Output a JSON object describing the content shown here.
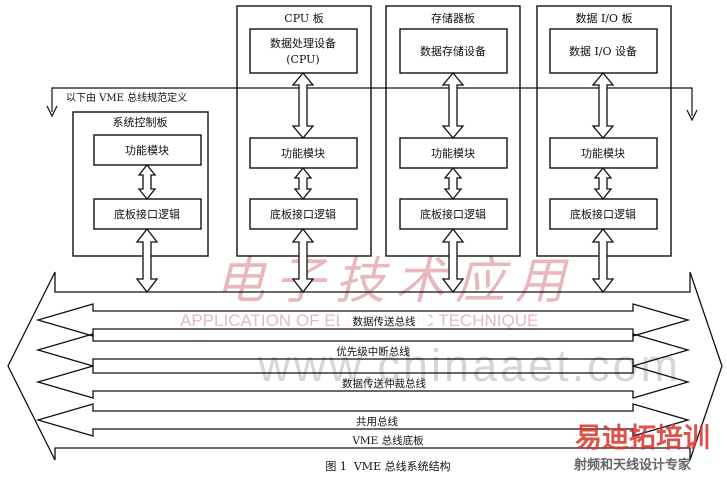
{
  "boards": {
    "system_control": {
      "title": "系统控制板",
      "function_module": "功能模块",
      "backplane_logic": "底板接口逻辑"
    },
    "cpu": {
      "title": "CPU 板",
      "device_line1": "数据处理设备",
      "device_line2": "(CPU)",
      "function_module": "功能模块",
      "backplane_logic": "底板接口逻辑"
    },
    "memory": {
      "title": "存储器板",
      "device": "数据存储设备",
      "function_module": "功能模块",
      "backplane_logic": "底板接口逻辑"
    },
    "data_io": {
      "title": "数据 I/O 板",
      "device": "数据 I/O 设备",
      "function_module": "功能模块",
      "backplane_logic": "底板接口逻辑"
    }
  },
  "vme_note": "以下由 VME 总线规范定义",
  "buses": {
    "data_transfer": "数据传送总线",
    "priority_interrupt": "优先级中断总线",
    "arbitration": "数据传送仲裁总线",
    "utility": "共用总线"
  },
  "backplane": "VME 总线底板",
  "caption": "图 1  VME 总线系统结构",
  "watermark": {
    "cn": "电子技术应用",
    "en": "APPLICATION OF ELECTRONIC TECHNIQUE",
    "url": "www.chinaaet.com"
  },
  "brand": {
    "name": "易迪拓培训",
    "tagline": "射频和天线设计专家"
  },
  "colors": {
    "line": "#111111",
    "watermark": "#e6b1b6",
    "watermark_gray": "#d2d2d2",
    "brand_red": "#d9342c"
  }
}
